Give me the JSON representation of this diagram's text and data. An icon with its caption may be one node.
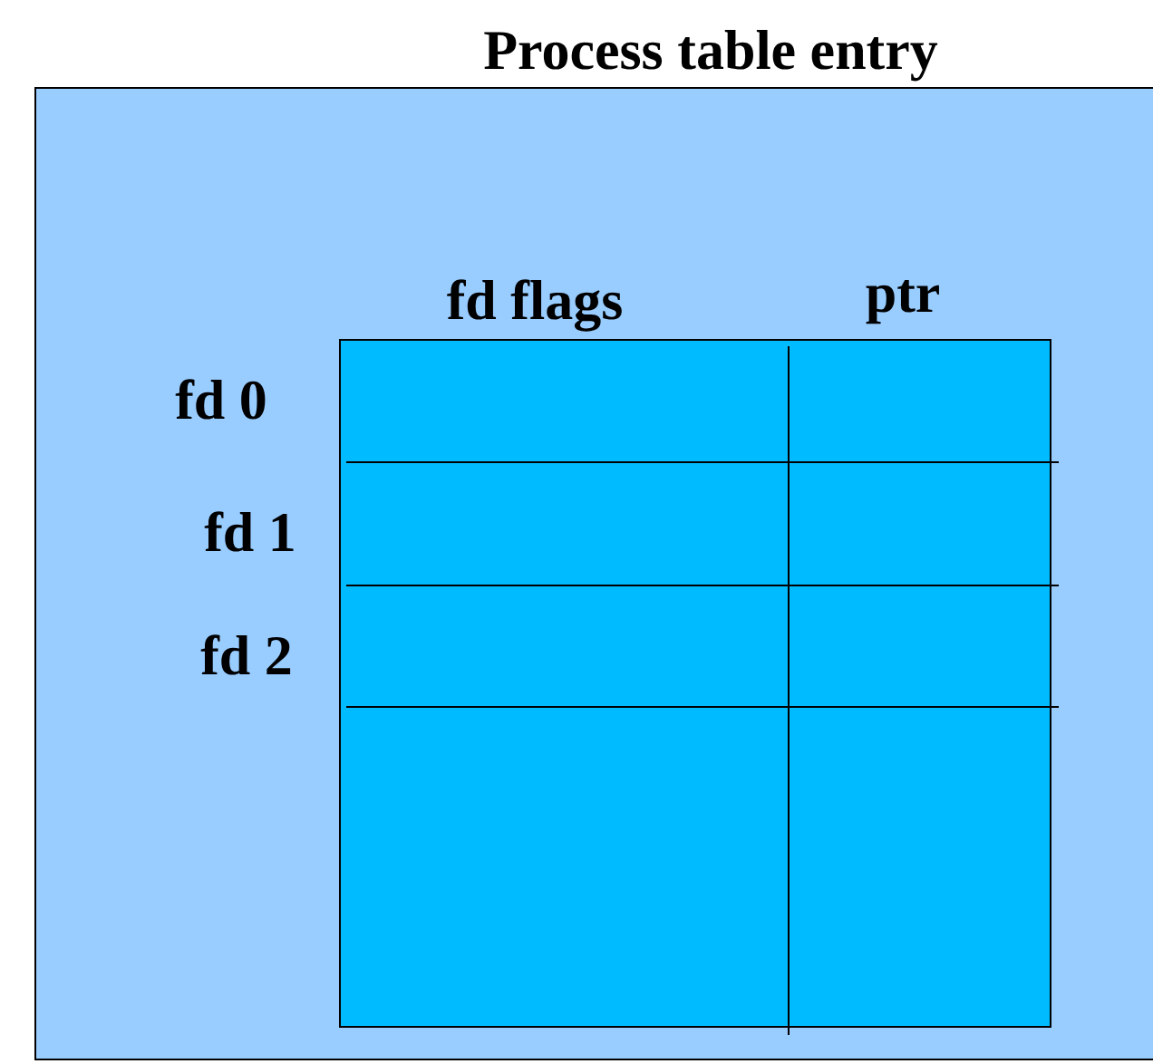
{
  "diagram": {
    "nodes": [
      {
        "text": [
          "Process table entry"
        ]
      },
      {
        "text": [],
        "shape": "box",
        "in": 0
      }
    ],
    "labels": [
      "fd flags",
      "ptr",
      "fd 0",
      "fd 1",
      "fd 2"
    ]
  }
}
